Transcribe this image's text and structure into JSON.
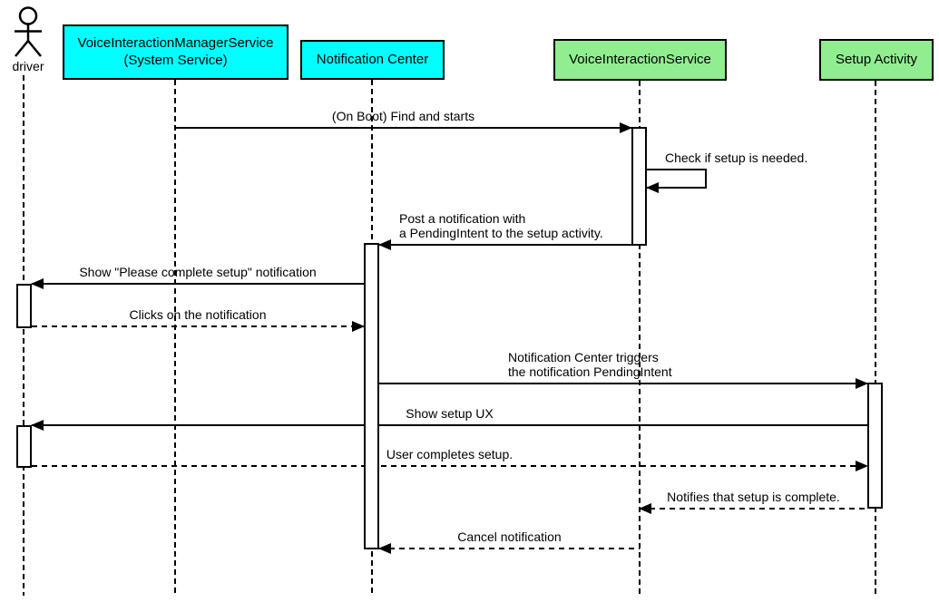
{
  "actors": {
    "driver": {
      "label": "driver",
      "type": "actor"
    },
    "vims": {
      "label": "VoiceInteractionManagerService",
      "sublabel": "(System Service)",
      "fill": "#00ffff"
    },
    "nc": {
      "label": "Notification Center",
      "fill": "#00ffff"
    },
    "vis": {
      "label": "VoiceInteractionService",
      "fill": "#90ee90"
    },
    "sa": {
      "label": "Setup Activity",
      "fill": "#90ee90"
    }
  },
  "colors": {
    "system_box_fill": "#00ffff",
    "service_box_fill": "#90ee90",
    "stroke": "#000000",
    "background": "#ffffff"
  },
  "messages": [
    {
      "label": "(On Boot) Find and starts",
      "from": "VoiceInteractionManagerService",
      "to": "VoiceInteractionService",
      "line": "solid"
    },
    {
      "label": "Check if setup is needed.",
      "from": "VoiceInteractionService",
      "to": "VoiceInteractionService",
      "line": "solid",
      "self_message": true
    },
    {
      "label": "Post a notification with\na PendingIntent to the setup activity.",
      "from": "VoiceInteractionService",
      "to": "Notification Center",
      "line": "solid"
    },
    {
      "label": "Show \"Please complete setup\" notification",
      "from": "Notification Center",
      "to": "driver",
      "line": "solid"
    },
    {
      "label": "Clicks on the notification",
      "from": "driver",
      "to": "Notification Center",
      "line": "dashed"
    },
    {
      "label": "Notification Center triggers\nthe notification PendingIntent",
      "from": "Notification Center",
      "to": "Setup Activity",
      "line": "solid"
    },
    {
      "label": "Show setup UX",
      "from": "Setup Activity",
      "to": "driver",
      "line": "solid"
    },
    {
      "label": "User completes setup.",
      "from": "driver",
      "to": "Setup Activity",
      "line": "dashed"
    },
    {
      "label": "Notifies that setup is complete.",
      "from": "Setup Activity",
      "to": "VoiceInteractionService",
      "line": "dashed"
    },
    {
      "label": "Cancel notification",
      "from": "VoiceInteractionService",
      "to": "Notification Center",
      "line": "dashed"
    }
  ]
}
